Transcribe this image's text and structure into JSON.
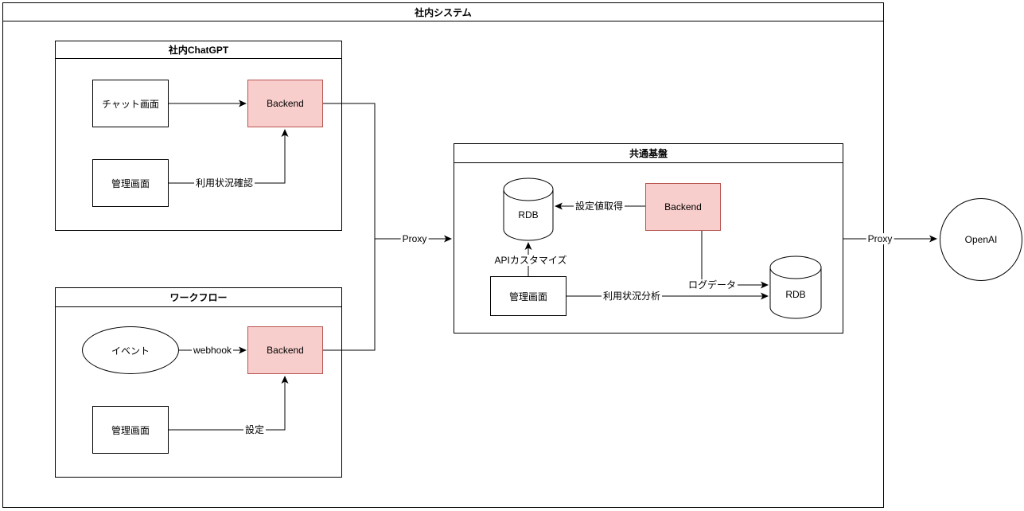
{
  "containers": {
    "system": {
      "title": "社内システム"
    },
    "chatgpt": {
      "title": "社内ChatGPT"
    },
    "workflow": {
      "title": "ワークフロー"
    },
    "common": {
      "title": "共通基盤"
    }
  },
  "nodes": {
    "chat_screen": {
      "label": "チャット画面"
    },
    "chatgpt_admin": {
      "label": "管理画面"
    },
    "chatgpt_backend": {
      "label": "Backend"
    },
    "event": {
      "label": "イベント"
    },
    "workflow_admin": {
      "label": "管理画面"
    },
    "workflow_backend": {
      "label": "Backend"
    },
    "config_rdb": {
      "label": "RDB"
    },
    "common_backend": {
      "label": "Backend"
    },
    "common_admin": {
      "label": "管理画面"
    },
    "log_rdb": {
      "label": "RDB"
    },
    "openai": {
      "label": "OpenAI"
    }
  },
  "edges": {
    "usage_check": {
      "label": "利用状況確認"
    },
    "webhook": {
      "label": "webhook"
    },
    "settings": {
      "label": "設定"
    },
    "proxy_in": {
      "label": "Proxy"
    },
    "config_fetch": {
      "label": "設定値取得"
    },
    "api_customize": {
      "label": "APIカスタマイズ"
    },
    "log_data": {
      "label": "ログデータ"
    },
    "usage_analysis": {
      "label": "利用状況分析"
    },
    "proxy_out": {
      "label": "Proxy"
    }
  },
  "colors": {
    "backend_fill": "#f8cecc",
    "backend_stroke": "#b85450",
    "shape_fill": "#ffffff",
    "shape_stroke": "#000000",
    "edge_color": "#000000",
    "canvas_background": "#ffffff"
  }
}
